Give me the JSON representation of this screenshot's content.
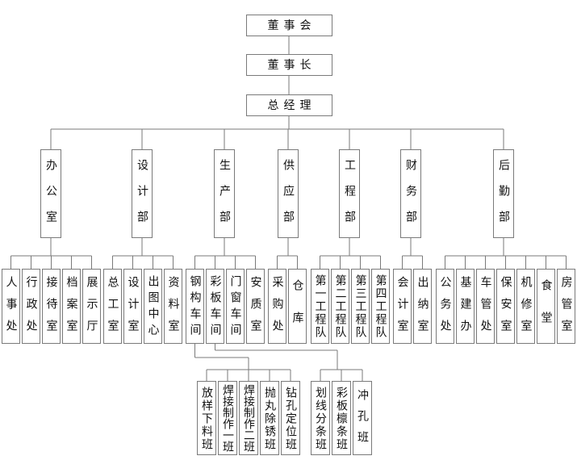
{
  "top": [
    "董事会",
    "董事长",
    "总经理"
  ],
  "departments": [
    {
      "name": "办公室",
      "units": [
        "人事处",
        "行政处",
        "接待室",
        "档案室",
        "展示厅"
      ]
    },
    {
      "name": "设计部",
      "units": [
        "总工室",
        "设计室",
        "出图中心",
        "资料室"
      ]
    },
    {
      "name": "生产部",
      "units": [
        "钢构车间",
        "彩板车间",
        "门窗车间",
        "安质室"
      ]
    },
    {
      "name": "供应部",
      "units": [
        "采购处",
        "仓库"
      ]
    },
    {
      "name": "工程部",
      "units": [
        "第一工程队",
        "第二工程队",
        "第三工程队",
        "第四工程队"
      ]
    },
    {
      "name": "财务部",
      "units": [
        "会计室",
        "出纳室"
      ]
    },
    {
      "name": "后勤部",
      "units": [
        "公务处",
        "基建办",
        "车管处",
        "保安室",
        "机修室",
        "食堂",
        "房管室"
      ]
    }
  ],
  "teams": {
    "steel_workshop": [
      "放样下料班",
      "焊接制作一班",
      "焊接制作二班",
      "抛丸除锈班",
      "钻孔定位班"
    ],
    "color_panel_workshop": [
      "划线分条班",
      "彩板檩条班",
      "冲孔班"
    ]
  }
}
